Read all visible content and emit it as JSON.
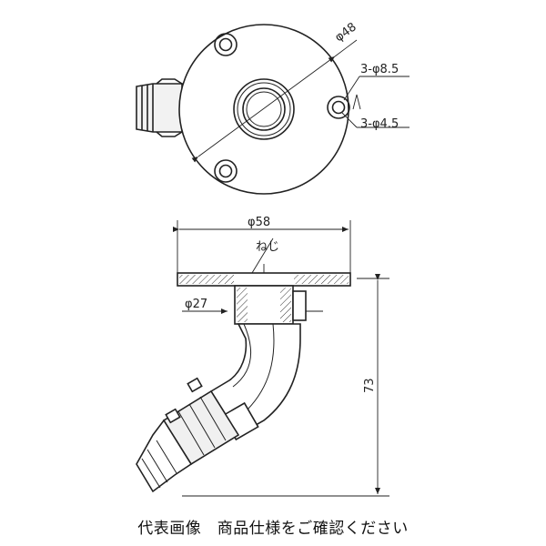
{
  "top_view": {
    "flange_dia": "φ48",
    "hole_dia_big": "3-φ8.5",
    "hole_dia_small": "3-φ4.5"
  },
  "side_view": {
    "flange_width": "φ58",
    "thread_label": "ねじ",
    "pipe_dia": "φ27",
    "height": "73"
  },
  "caption": "代表画像　商品仕様をご確認ください"
}
